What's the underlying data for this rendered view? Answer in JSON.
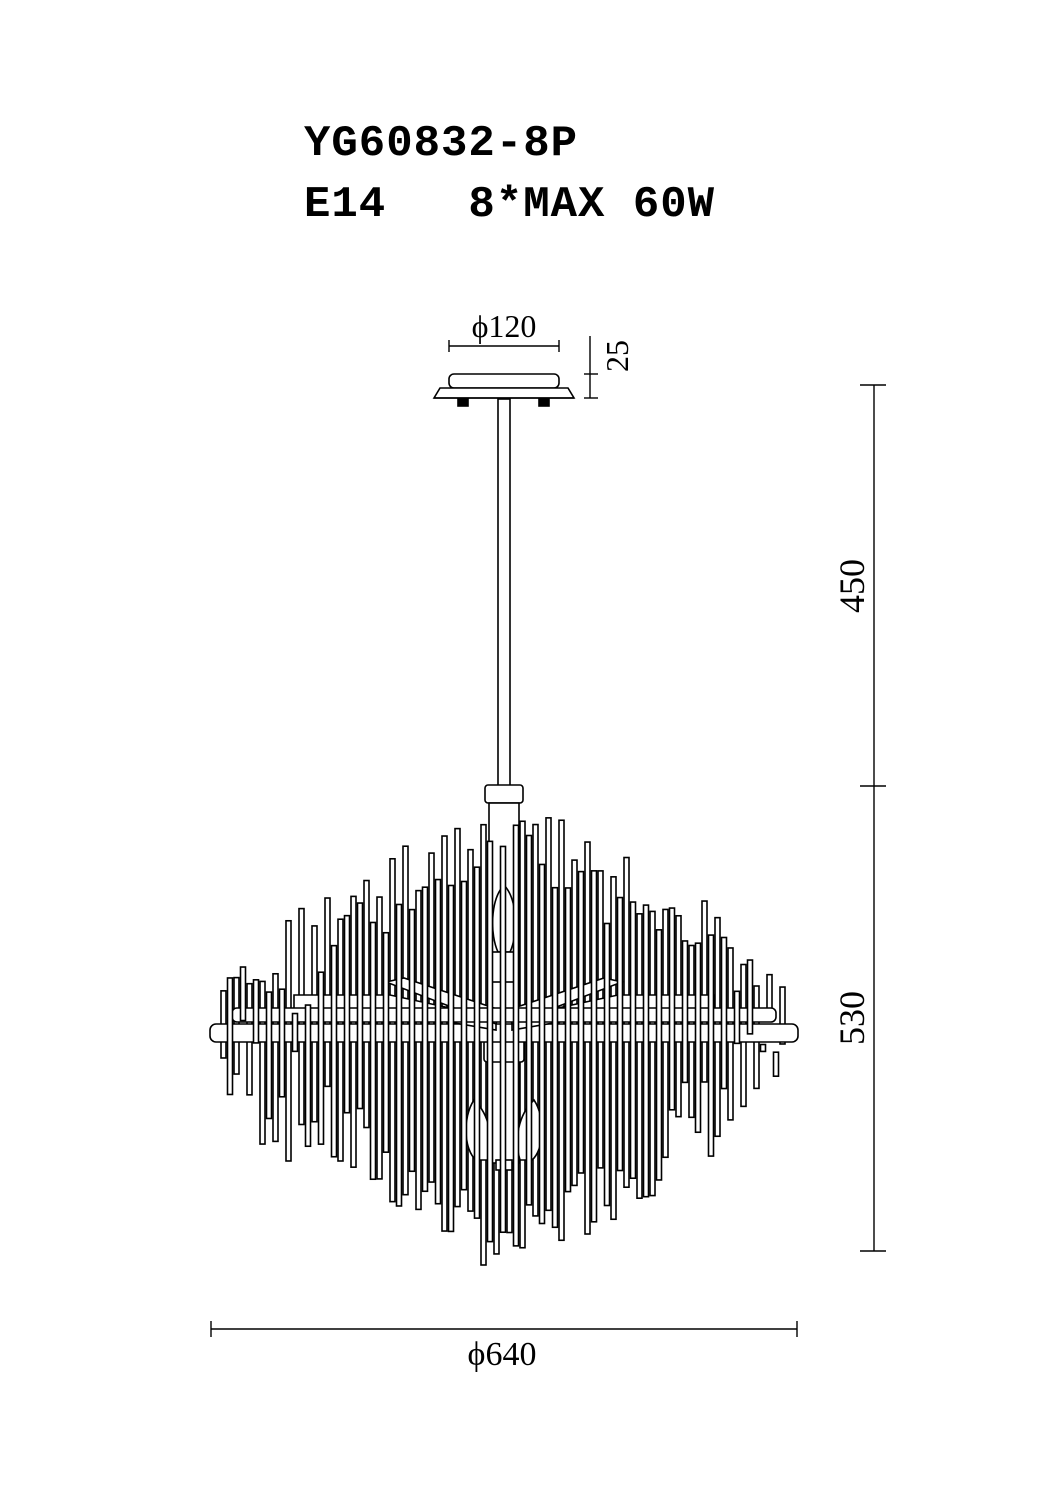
{
  "header": {
    "model": "YG60832-8P",
    "spec": "E14   8*MAX 60W"
  },
  "dimensions": {
    "canopy_diameter": "ϕ120",
    "canopy_height": "25",
    "rod_length": "450",
    "body_height": "530",
    "body_diameter": "ϕ640"
  },
  "colors": {
    "line": "#000000",
    "background": "#ffffff"
  }
}
